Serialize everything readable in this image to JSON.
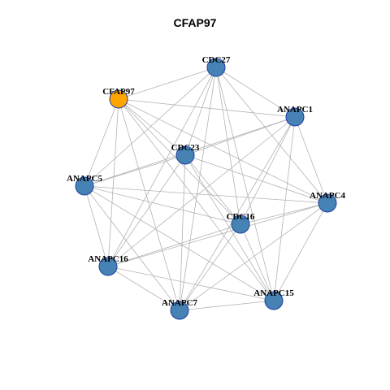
{
  "title": "CFAP97",
  "colors": {
    "focus_node": "#FFA500",
    "node": "#4682B4",
    "node_border": "#1E3FA0",
    "edge": "#B3B3B3"
  },
  "nodes": [
    {
      "id": "CDC27",
      "focus": false
    },
    {
      "id": "CFAP97",
      "focus": true
    },
    {
      "id": "ANAPC1",
      "focus": false
    },
    {
      "id": "CDC23",
      "focus": false
    },
    {
      "id": "ANAPC5",
      "focus": false
    },
    {
      "id": "ANAPC4",
      "focus": false
    },
    {
      "id": "CDC16",
      "focus": false
    },
    {
      "id": "ANAPC16",
      "focus": false
    },
    {
      "id": "ANAPC15",
      "focus": false
    },
    {
      "id": "ANAPC7",
      "focus": false
    }
  ],
  "edges": [
    [
      "CFAP97",
      "CDC27"
    ],
    [
      "CFAP97",
      "ANAPC1"
    ],
    [
      "CFAP97",
      "CDC23"
    ],
    [
      "CFAP97",
      "ANAPC5"
    ],
    [
      "CFAP97",
      "ANAPC4"
    ],
    [
      "CFAP97",
      "CDC16"
    ],
    [
      "CFAP97",
      "ANAPC16"
    ],
    [
      "CFAP97",
      "ANAPC15"
    ],
    [
      "CFAP97",
      "ANAPC7"
    ],
    [
      "CDC27",
      "ANAPC1"
    ],
    [
      "CDC27",
      "CDC23"
    ],
    [
      "CDC27",
      "ANAPC5"
    ],
    [
      "CDC27",
      "ANAPC4"
    ],
    [
      "CDC27",
      "CDC16"
    ],
    [
      "CDC27",
      "ANAPC16"
    ],
    [
      "CDC27",
      "ANAPC15"
    ],
    [
      "CDC27",
      "ANAPC7"
    ],
    [
      "ANAPC1",
      "CDC23"
    ],
    [
      "ANAPC1",
      "ANAPC5"
    ],
    [
      "ANAPC1",
      "ANAPC4"
    ],
    [
      "ANAPC1",
      "CDC16"
    ],
    [
      "ANAPC1",
      "ANAPC16"
    ],
    [
      "ANAPC1",
      "ANAPC15"
    ],
    [
      "ANAPC1",
      "ANAPC7"
    ],
    [
      "CDC23",
      "ANAPC5"
    ],
    [
      "CDC23",
      "ANAPC4"
    ],
    [
      "CDC23",
      "CDC16"
    ],
    [
      "CDC23",
      "ANAPC16"
    ],
    [
      "CDC23",
      "ANAPC15"
    ],
    [
      "CDC23",
      "ANAPC7"
    ],
    [
      "ANAPC5",
      "ANAPC4"
    ],
    [
      "ANAPC5",
      "CDC16"
    ],
    [
      "ANAPC5",
      "ANAPC16"
    ],
    [
      "ANAPC5",
      "ANAPC15"
    ],
    [
      "ANAPC5",
      "ANAPC7"
    ],
    [
      "ANAPC4",
      "CDC16"
    ],
    [
      "ANAPC4",
      "ANAPC16"
    ],
    [
      "ANAPC4",
      "ANAPC15"
    ],
    [
      "ANAPC4",
      "ANAPC7"
    ],
    [
      "CDC16",
      "ANAPC16"
    ],
    [
      "CDC16",
      "ANAPC15"
    ],
    [
      "CDC16",
      "ANAPC7"
    ],
    [
      "ANAPC16",
      "ANAPC15"
    ],
    [
      "ANAPC16",
      "ANAPC7"
    ],
    [
      "ANAPC15",
      "ANAPC7"
    ]
  ]
}
